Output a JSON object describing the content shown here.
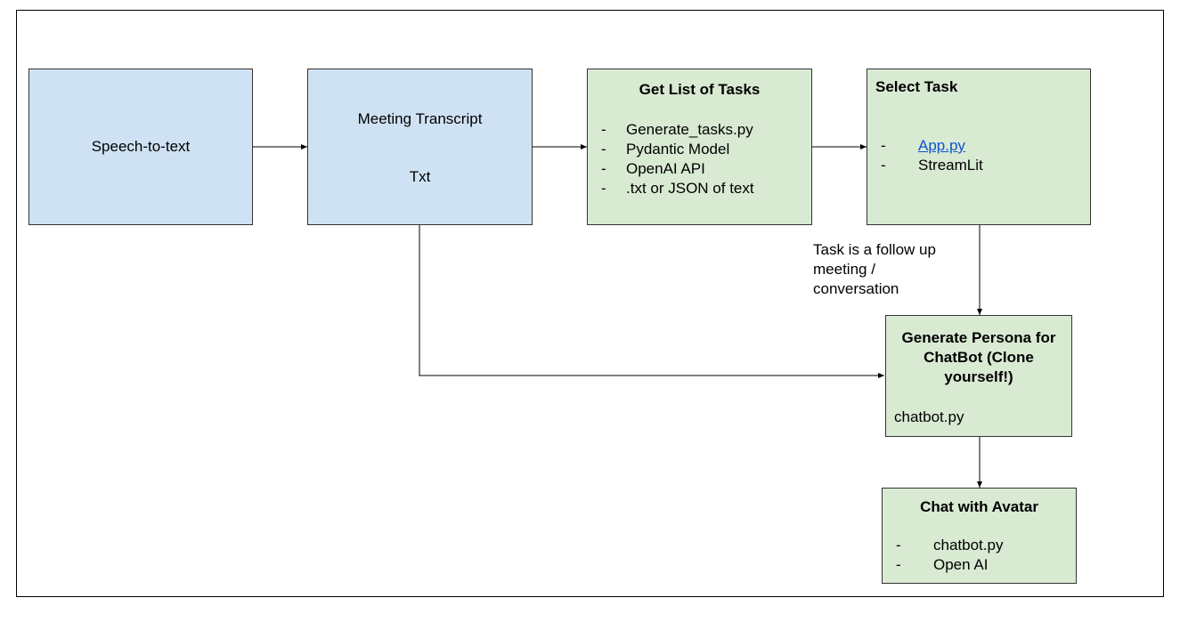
{
  "nodes": {
    "speech_to_text": {
      "label": "Speech-to-text"
    },
    "meeting_transcript": {
      "title": "Meeting Transcript",
      "subtitle": "Txt"
    },
    "get_list_of_tasks": {
      "title": "Get List of Tasks",
      "items": [
        "Generate_tasks.py",
        "Pydantic Model",
        "OpenAI API",
        ".txt or JSON of text"
      ]
    },
    "select_task": {
      "title": "Select Task",
      "items": [
        "App.py",
        "StreamLit"
      ]
    },
    "generate_persona": {
      "title": "Generate Persona for ChatBot (Clone yourself!)",
      "file": "chatbot.py"
    },
    "chat_with_avatar": {
      "title": "Chat with Avatar",
      "items": [
        "chatbot.py",
        "Open AI"
      ]
    }
  },
  "edge_labels": {
    "select_to_persona": "Task is a follow up meeting / conversation"
  }
}
